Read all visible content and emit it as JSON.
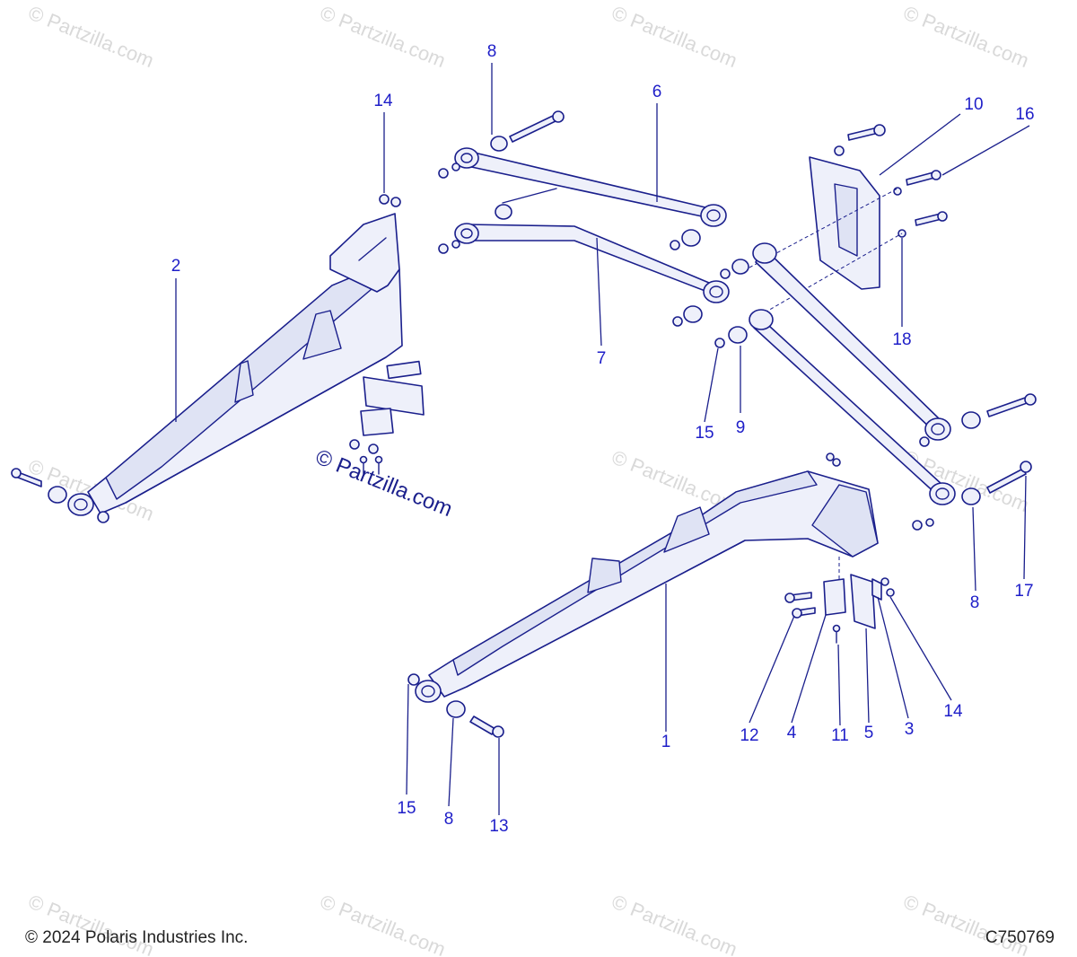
{
  "watermark": {
    "text": "© Partzilla.com"
  },
  "callouts": {
    "c1": "1",
    "c2": "2",
    "c3": "3",
    "c4": "4",
    "c5": "5",
    "c6": "6",
    "c7": "7",
    "c8a": "8",
    "c8b": "8",
    "c8c": "8",
    "c9": "9",
    "c10": "10",
    "c11": "11",
    "c12": "12",
    "c13": "13",
    "c14a": "14",
    "c14b": "14",
    "c15a": "15",
    "c15b": "15",
    "c16": "16",
    "c17": "17",
    "c18": "18"
  },
  "footer": {
    "copyright": "© 2024 Polaris Industries Inc.",
    "drawing_code": "C750769"
  },
  "colors": {
    "line": "#1a1f8c",
    "callout": "#1e1ec8",
    "watermark": "#d9d9d9"
  }
}
